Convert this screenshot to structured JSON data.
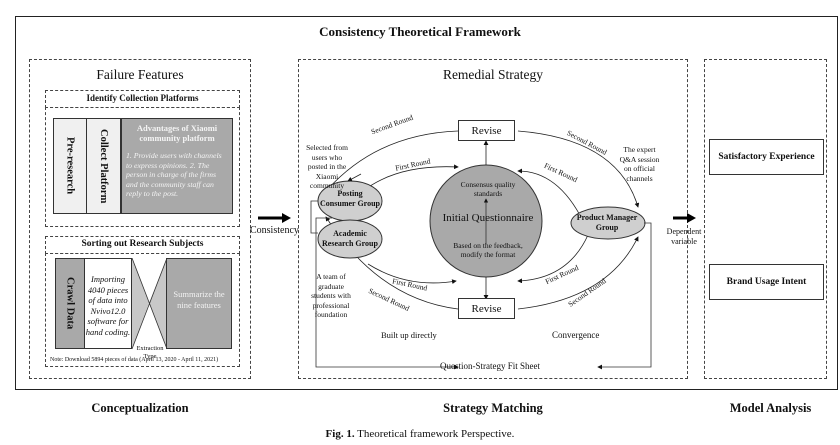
{
  "title": "Consistency Theoretical Framework",
  "caption": {
    "prefix": "Fig. 1.",
    "text": "Theoretical framework Perspective."
  },
  "columns": {
    "left": {
      "title": "Failure Features",
      "footer": "Conceptualization",
      "collection": {
        "header": "Identify  Collection Platforms",
        "pre_research": "Pre-research",
        "collect_platform": "Collect Platform",
        "advantages_title": "Advantages of Xiaomi community platform",
        "advantages_text": "1. Provide users with channels to express opinions. 2. The person in charge of the firms and the community staff can reply to the post."
      },
      "subjects": {
        "header": "Sorting out Research Subjects",
        "crawl": "Crawl Data",
        "importing": "Importing 4040 pieces of data into Nvivo12.0 software for hand coding.",
        "summarize": "Summarize the nine features",
        "extraction": "Extraction Type",
        "note": "Note: Download 5894 pieces of data  (April 13, 2020 - April 11, 2021)"
      }
    },
    "middle": {
      "title": "Remedial Strategy",
      "footer": "Strategy Matching",
      "revise_top": "Revise",
      "revise_bottom": "Revise",
      "circle_title": "Initial Questionnaire",
      "consensus": "Consensus quality standards",
      "feedback": "Based on the feedback, modify the format",
      "posting_group": "Posting Consumer Group",
      "academic_group": "Academic Research Group",
      "pm_group": "Product Manager Group",
      "selected_note": "Selected from users who posted in the Xiaomi community",
      "team_note": "A team of graduate students with professional foundation",
      "expert_note": "The expert Q&A session on official channels",
      "first_round": "First Round",
      "second_round": "Second Round",
      "built_up": "Built up directly",
      "convergence": "Convergence",
      "fit_sheet": "Question-Strategy Fit Sheet"
    },
    "right": {
      "footer": "Model Analysis",
      "satisfactory": "Satisfactory Experience",
      "brand_usage": "Brand Usage Intent"
    }
  },
  "connectors": {
    "consistency": "Consistency",
    "dependent": "Dependent variable"
  }
}
